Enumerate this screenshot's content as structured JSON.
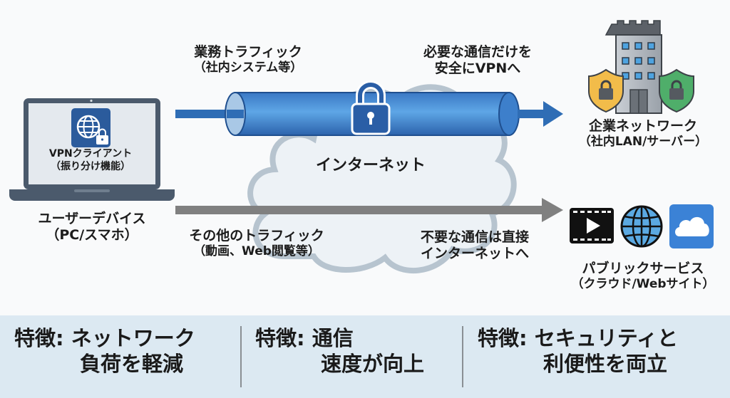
{
  "user_device": {
    "app_label": "VPNクライアント",
    "app_sublabel": "（振り分け機能）",
    "title": "ユーザーデバイス",
    "subtitle": "（PC/スマホ）"
  },
  "business_traffic": {
    "title": "業務トラフィック",
    "subtitle": "（社内システム等）",
    "note_line1": "必要な通信だけを",
    "note_line2": "安全にVPNへ"
  },
  "internet": {
    "label": "インターネット"
  },
  "other_traffic": {
    "title": "その他のトラフィック",
    "subtitle": "（動画、Web閲覧等）",
    "note_line1": "不要な通信は直接",
    "note_line2": "インターネットへ"
  },
  "corporate_network": {
    "title": "企業ネットワーク",
    "subtitle": "（社内LAN/サーバー）"
  },
  "public_services": {
    "title": "パブリックサービス",
    "subtitle": "（クラウド/Webサイト）"
  },
  "features": [
    {
      "line1": "特徴: ネットワーク",
      "line2": "負荷を軽減"
    },
    {
      "line1": "特徴: 通信",
      "line2": "速度が向上"
    },
    {
      "line1": "特徴: セキュリティと",
      "line2": "利便性を両立"
    }
  ],
  "colors": {
    "vpn_blue": "#2f6db5",
    "tunnel_light": "#5aa0e0",
    "direct_gray": "#808080",
    "cloud_fill": "#edf2f6",
    "cloud_stroke": "#b7c4cf",
    "shield_yellow": "#f2bc4a",
    "shield_green": "#4fae6a",
    "cloud_app_blue": "#3b82d6",
    "feature_bg": "#dce9f2"
  }
}
